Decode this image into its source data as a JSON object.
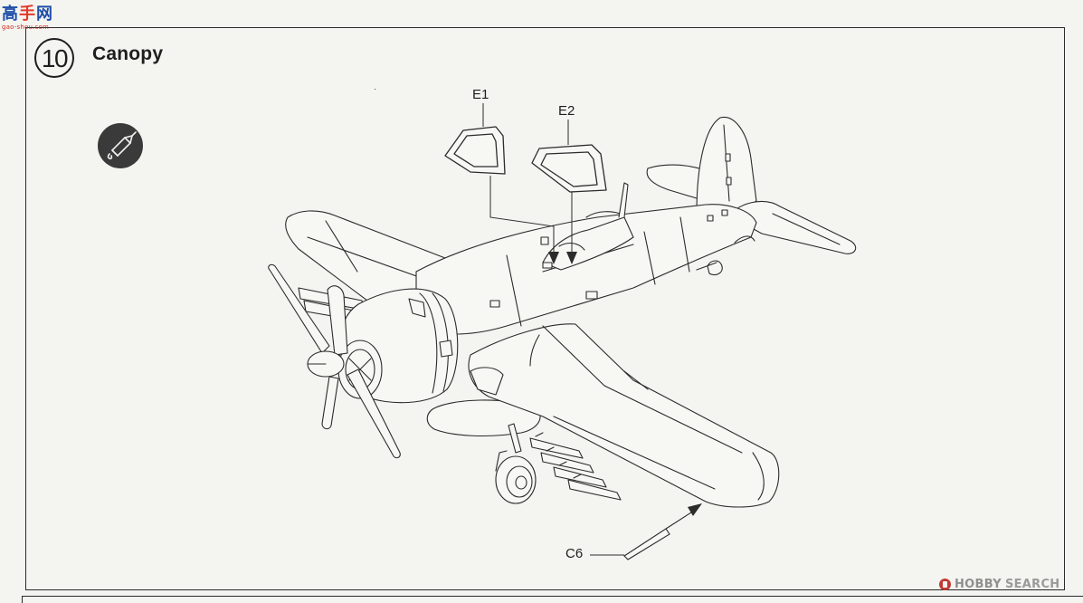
{
  "logo": {
    "chars": [
      "高",
      "手",
      "网"
    ],
    "url": "gao-shou.com"
  },
  "step": {
    "number": "10",
    "title": "Canopy"
  },
  "icons": {
    "glue": "cement-tube-icon"
  },
  "parts": {
    "e1": "E1",
    "e2": "E2",
    "c6": "C6"
  },
  "watermark": {
    "hobby": "HOBBY",
    "search": "SEARCH"
  }
}
